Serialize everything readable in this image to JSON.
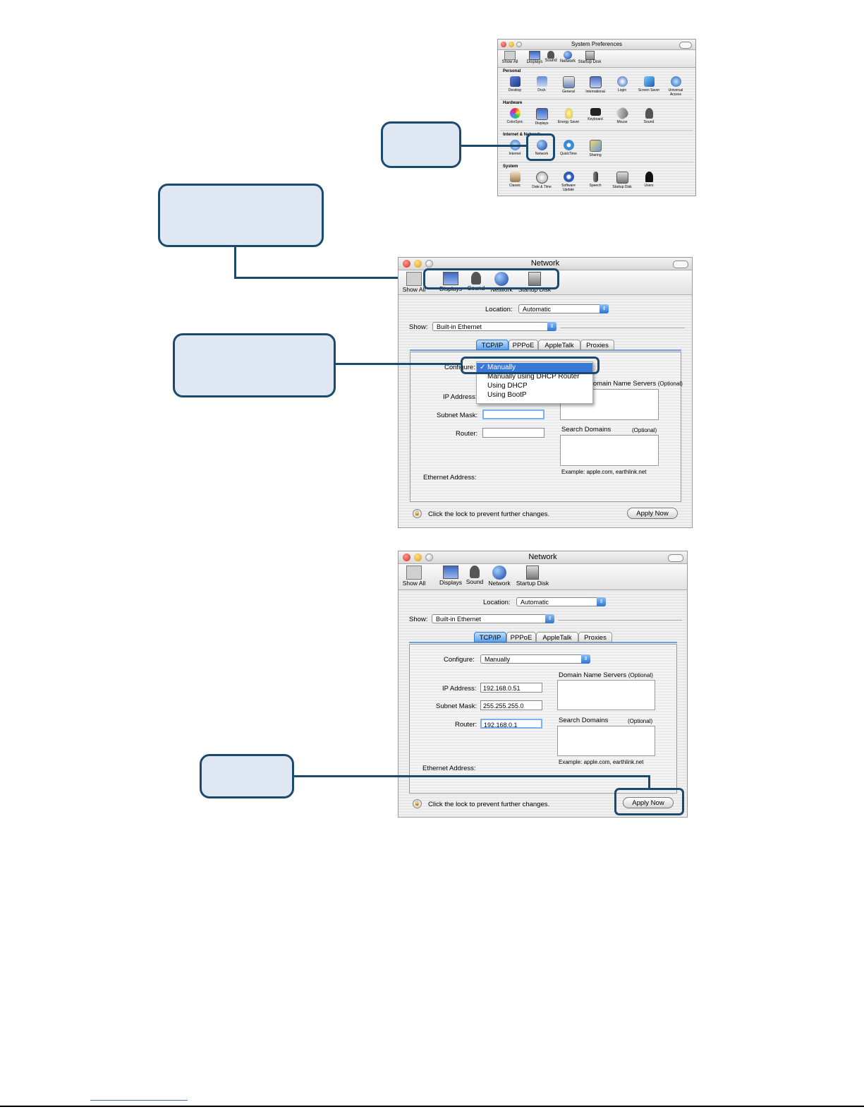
{
  "syspref": {
    "title": "System Preferences",
    "toolbar": [
      "Show All",
      "Displays",
      "Sound",
      "Network",
      "Startup Disk"
    ],
    "sections": [
      {
        "name": "Personal",
        "items": [
          "Desktop",
          "Dock",
          "General",
          "International",
          "Login",
          "Screen Saver",
          "Universal Access"
        ]
      },
      {
        "name": "Hardware",
        "items": [
          "ColorSync",
          "Displays",
          "Energy Saver",
          "Keyboard",
          "Mouse",
          "Sound"
        ]
      },
      {
        "name": "Internet & Network",
        "items": [
          "Internet",
          "Network",
          "QuickTime",
          "Sharing"
        ]
      },
      {
        "name": "System",
        "items": [
          "Classic",
          "Date & Time",
          "Software Update",
          "Speech",
          "Startup Disk",
          "Users"
        ]
      }
    ]
  },
  "net1": {
    "title": "Network",
    "toolbar": [
      "Show All",
      "Displays",
      "Sound",
      "Network",
      "Startup Disk"
    ],
    "location_label": "Location:",
    "location_value": "Automatic",
    "show_label": "Show:",
    "show_value": "Built-in Ethernet",
    "tabs": [
      "TCP/IP",
      "PPPoE",
      "AppleTalk",
      "Proxies"
    ],
    "configure_label": "Configure:",
    "menu": [
      "Manually",
      "Manually using DHCP Router",
      "Using DHCP",
      "Using BootP"
    ],
    "menu_check": "✓",
    "ip_label": "IP Address:",
    "subnet_label": "Subnet Mask:",
    "router_label": "Router:",
    "dns_label": "Domain Name Servers",
    "optional": "(Optional)",
    "search_label": "Search Domains",
    "example": "Example: apple.com, earthlink.net",
    "ethernet_label": "Ethernet Address:",
    "lock_text": "Click the lock to prevent further changes.",
    "apply": "Apply Now"
  },
  "net2": {
    "title": "Network",
    "toolbar": [
      "Show All",
      "Displays",
      "Sound",
      "Network",
      "Startup Disk"
    ],
    "location_label": "Location:",
    "location_value": "Automatic",
    "show_label": "Show:",
    "show_value": "Built-in Ethernet",
    "tabs": [
      "TCP/IP",
      "PPPoE",
      "AppleTalk",
      "Proxies"
    ],
    "configure_label": "Configure:",
    "configure_value": "Manually",
    "ip_label": "IP Address:",
    "ip_value": "192.168.0.51",
    "subnet_label": "Subnet Mask:",
    "subnet_value": "255.255.255.0",
    "router_label": "Router:",
    "router_value": "192.168.0.1",
    "dns_label": "Domain Name Servers",
    "optional": "(Optional)",
    "search_label": "Search Domains",
    "example": "Example: apple.com, earthlink.net",
    "ethernet_label": "Ethernet Address:",
    "lock_text": "Click the lock to prevent further changes.",
    "apply": "Apply Now"
  },
  "colors": {
    "callout_border": "#1b4a6e",
    "callout_fill": "#dfe8f2",
    "selection": "#3a78d8"
  }
}
